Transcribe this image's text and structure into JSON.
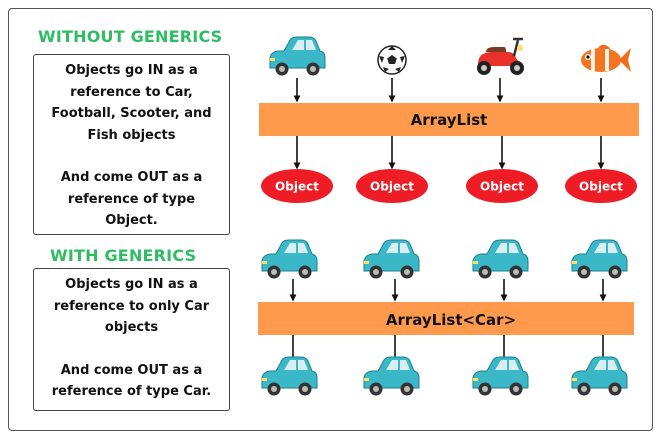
{
  "without": {
    "heading": "WITHOUT GENERICS",
    "in_lines": [
      "Objects go IN as a",
      "reference to Car,",
      "Football, Scooter, and",
      "Fish objects"
    ],
    "out_lines": [
      "And come OUT as a",
      "reference of type",
      "Object."
    ],
    "bar_label": "ArrayList",
    "input_icons": [
      "car-icon",
      "football-icon",
      "scooter-icon",
      "fish-icon"
    ],
    "output_label": "Object"
  },
  "with": {
    "heading": "WITH GENERICS",
    "in_lines": [
      "Objects go IN as a",
      "reference to only Car",
      "objects"
    ],
    "out_lines": [
      "And come OUT as a",
      "reference of type Car."
    ],
    "bar_label": "ArrayList<Car>",
    "input_icons": [
      "car-icon",
      "car-icon",
      "car-icon",
      "car-icon"
    ],
    "output_icons": [
      "car-icon",
      "car-icon",
      "car-icon",
      "car-icon"
    ]
  },
  "colors": {
    "heading": "#2ebd63",
    "bar": "#ff9a4d",
    "object_ellipse": "#ee1c24",
    "car_body": "#3ab8c8",
    "car_window": "#d8eef2"
  }
}
